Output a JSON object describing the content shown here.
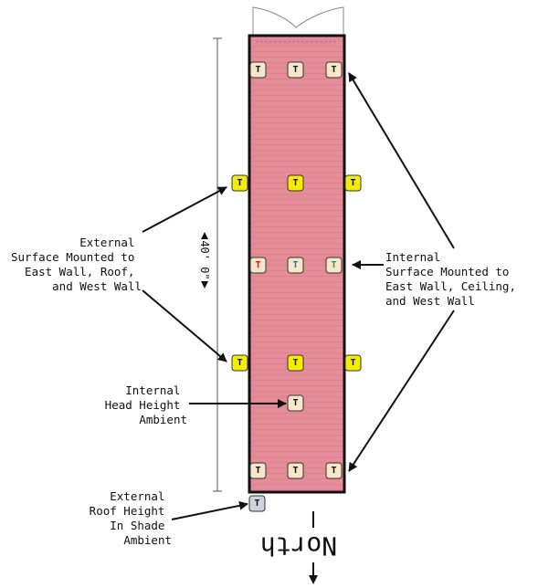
{
  "diagram": {
    "sensor_glyph": "T",
    "dimension_label": "40' 0\"",
    "north_label": "North",
    "labels": {
      "external_surface": [
        "External",
        "Surface Mounted to",
        "East Wall, Roof,",
        "and West Wall"
      ],
      "internal_surface": [
        "Internal",
        "Surface Mounted to",
        "East Wall, Ceiling,",
        "and West Wall"
      ],
      "internal_head": [
        "Internal",
        "Head Height",
        "Ambient"
      ],
      "external_roof": [
        "External",
        "Roof Height",
        "In Shade",
        "Ambient"
      ]
    },
    "colors": {
      "trailer_fill": "#e48c98",
      "trailer_border": "#111111",
      "internal_sensor_fill": "#f6e7c8",
      "external_sensor_fill": "#f5ec00",
      "shade_sensor_fill": "#cfd3d9",
      "mid_t_west": "#d21f1f",
      "mid_t_center": "#2b6fb0",
      "mid_t_east": "#2f8f5a"
    }
  }
}
